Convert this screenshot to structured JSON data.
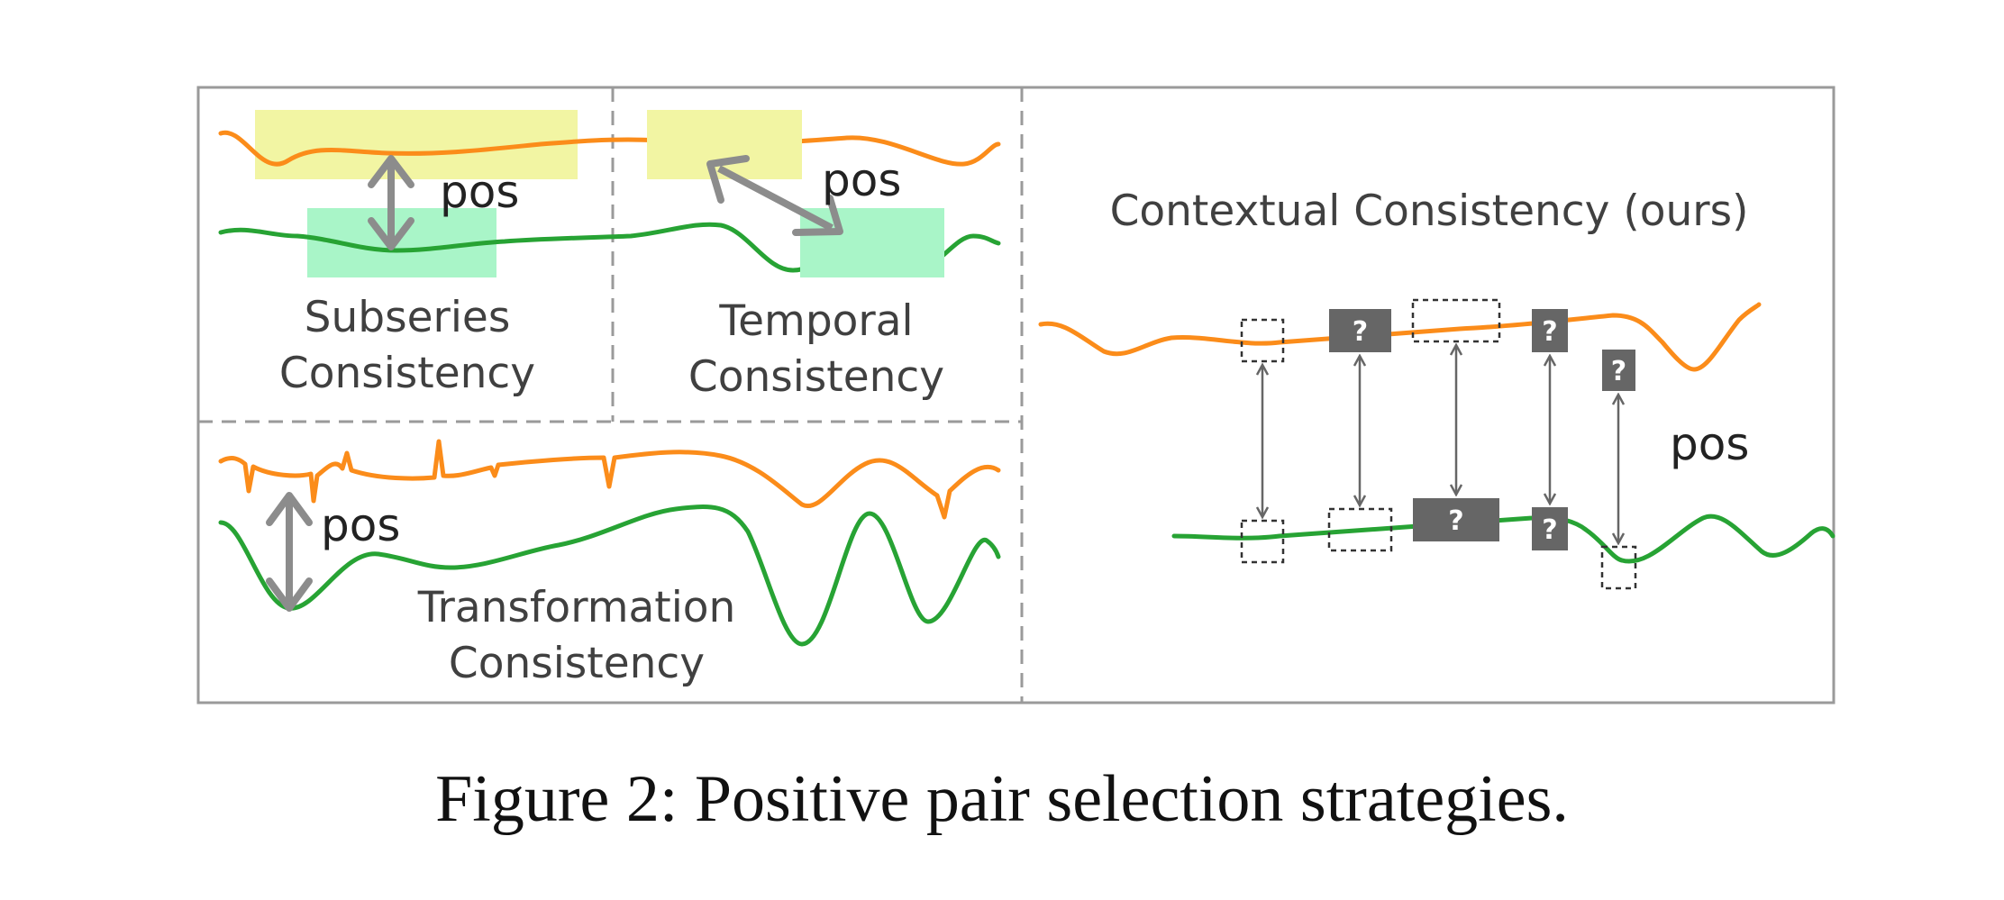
{
  "panels": {
    "subseries": {
      "label_line1": "Subseries",
      "label_line2": "Consistency",
      "pos": "pos"
    },
    "temporal": {
      "label_line1": "Temporal",
      "label_line2": "Consistency",
      "pos": "pos"
    },
    "transformation": {
      "label_line1": "Transformation",
      "label_line2": "Consistency",
      "pos": "pos"
    },
    "contextual": {
      "title": "Contextual Consistency (ours)",
      "pos": "pos",
      "mask_symbol": "?"
    }
  },
  "caption": "Figure 2: Positive pair selection strategies.",
  "colors": {
    "orange_series": "#fb8c1a",
    "green_series": "#27a334",
    "yellow_highlight": "#f2f5a3",
    "green_highlight": "#a9f5c8",
    "arrow_gray": "#8c8c8c",
    "mask_box": "#666666",
    "frame": "#9a9a9a"
  }
}
